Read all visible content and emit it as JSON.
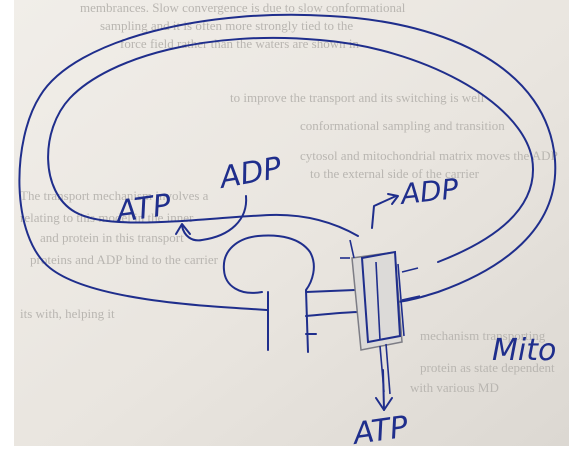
{
  "photo": {
    "subject": "hand-drawn mitochondrion sketch on printed paper",
    "colors": {
      "paper": "#ece9e4",
      "paper_shadow": "#dcd8d2",
      "ink": "#1f2e8c",
      "pencil": "#8a8a90",
      "border": "#ffffff"
    },
    "labels": {
      "atp_left": "ATP",
      "adp_top": "ADP",
      "adp_right": "ADP",
      "atp_bottom": "ATP",
      "mito": "Mito"
    },
    "background_text": [
      "membrances. Slow convergence is due to slow conformational",
      "sampling and it is often more strongly tied to the",
      "force field rather than the waters are shown in",
      "to improve the transport and its switching is well",
      "conformational sampling and transition",
      "cytosol and mitochondrial matrix moves the ADP",
      "to the external side of the carrier",
      "The transport mechanism involves a",
      "relating to this model in the inner",
      "and protein in this transport",
      "proteins and ADP bind to the carrier",
      "its with, helping it",
      "mechanism transporting",
      "protein as state dependent",
      "with various MD"
    ]
  }
}
